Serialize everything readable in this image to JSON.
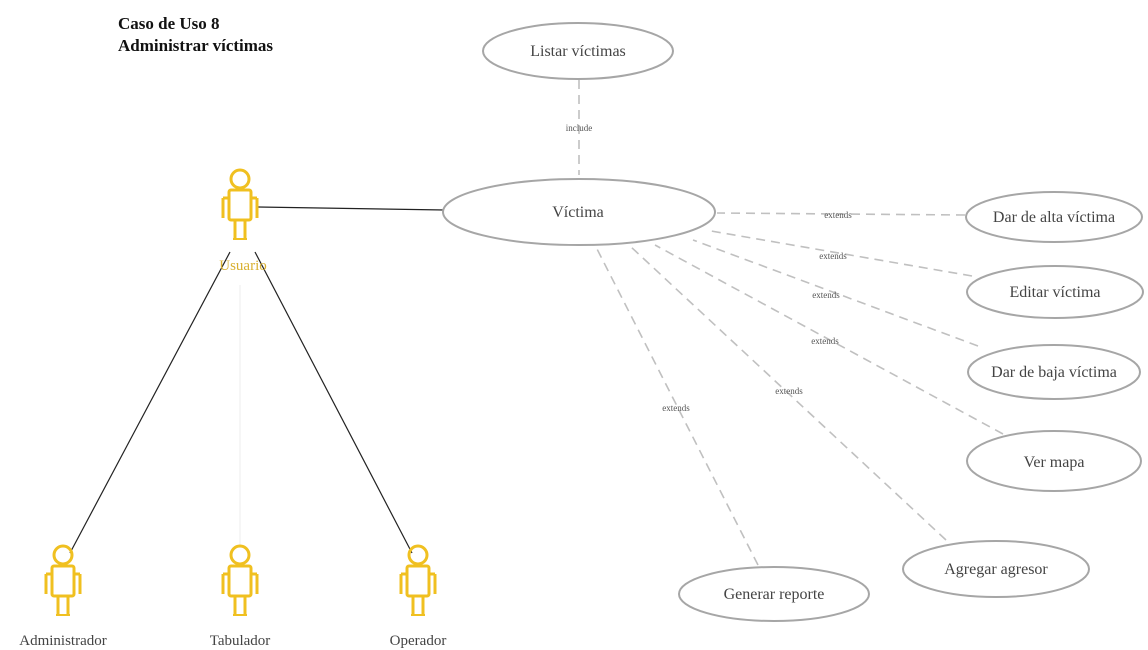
{
  "diagram": {
    "title_line1": "Caso de Uso 8",
    "title_line2": "Administrar víctimas",
    "colors": {
      "actor": "#f0c020",
      "ellipse_stroke": "#a6a6a6",
      "association": "#222222",
      "dashed": "#c0c0c0"
    },
    "actors": {
      "usuario": "Usuario",
      "administrador": "Administrador",
      "tabulador": "Tabulador",
      "operador": "Operador"
    },
    "use_cases": {
      "victima": "Víctima",
      "listar": "Listar víctimas",
      "alta": "Dar de alta víctima",
      "editar": "Editar víctima",
      "baja": "Dar de baja víctima",
      "mapa": "Ver mapa",
      "agresor": "Agregar agresor",
      "reporte": "Generar reporte"
    },
    "relations": {
      "include": "include",
      "extends_alta": "extends",
      "extends_editar": "extends",
      "extends_baja": "extends",
      "extends_mapa": "extends",
      "extends_agresor": "extends",
      "extends_reporte": "extends"
    }
  }
}
